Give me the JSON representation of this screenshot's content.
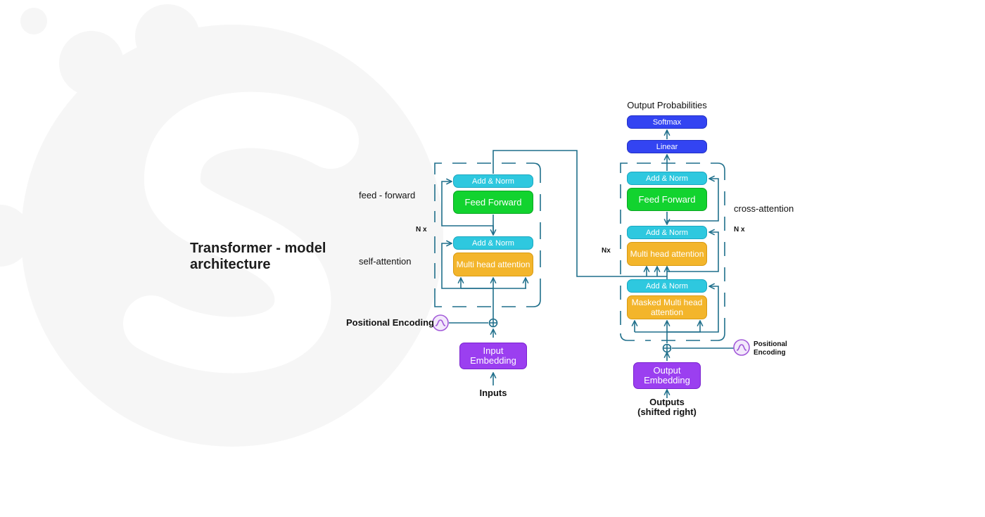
{
  "title": "Transformer - model architecture",
  "encoder": {
    "add_norm_top": "Add & Norm",
    "feed_forward": "Feed Forward",
    "add_norm_bottom": "Add & Norm",
    "multi_head_attention": "Multi head attention",
    "input_embedding": "Input Embedding",
    "inputs": "Inputs",
    "positional_encoding": "Positional Encoding",
    "nx": "N x",
    "feed_forward_label": "feed - forward",
    "self_attention_label": "self-attention"
  },
  "decoder": {
    "output_probabilities": "Output Probabilities",
    "softmax": "Softmax",
    "linear": "Linear",
    "add_norm_1": "Add & Norm",
    "feed_forward": "Feed Forward",
    "add_norm_2": "Add & Norm",
    "multi_head_attention": "Multi head attention",
    "add_norm_3": "Add & Norm",
    "masked_multi_head_attention": "Masked Multi head attention",
    "output_embedding": "Output Embedding",
    "outputs": "Outputs\n(shifted right)",
    "positional_encoding": "Positional\nEncoding",
    "nx_left": "Nx",
    "nx_right": "N x",
    "cross_attention_label": "cross-attention"
  },
  "colors": {
    "connector": "#1f6f8b",
    "add_norm": "#2ec8df",
    "feed_forward": "#12d32f",
    "attention": "#f3b52b",
    "embedding": "#9b3ff0",
    "output_layers": "#3344f2",
    "positional_icon": "#a259d9"
  }
}
